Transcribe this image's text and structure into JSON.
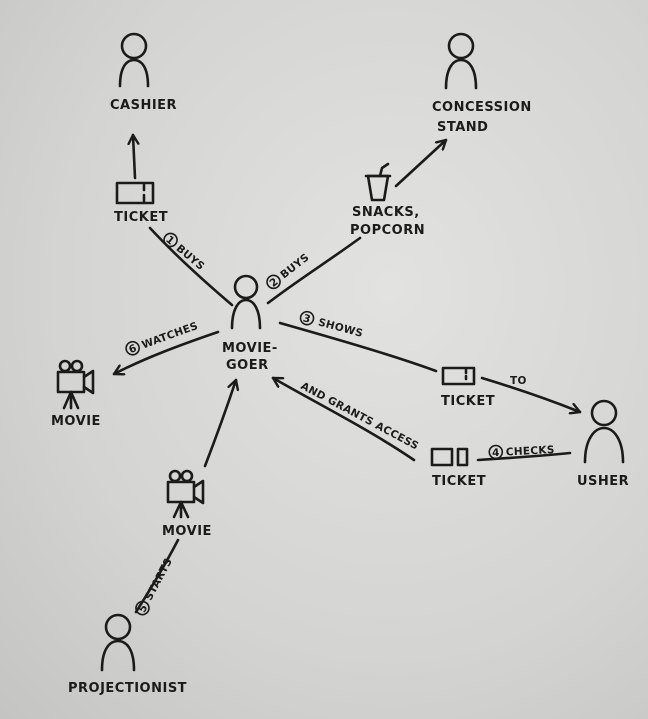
{
  "actors": {
    "cashier": "CASHIER",
    "concession_1": "CONCESSION",
    "concession_2": "STAND",
    "moviegoer_1": "MOVIE-",
    "moviegoer_2": "GOER",
    "usher": "USHER",
    "projectionist": "PROJECTIONIST"
  },
  "objects": {
    "ticket_cashier": "TICKET",
    "snacks_1": "SNACKS,",
    "snacks_2": "POPCORN",
    "movie_left": "MOVIE",
    "ticket_shown": "TICKET",
    "ticket_checked": "TICKET",
    "movie_projector": "MOVIE"
  },
  "edges": {
    "e1_num": "1",
    "e1_label": "BUYS",
    "e2_num": "2",
    "e2_label": "BUYS",
    "e3_num": "3",
    "e3_label": "SHOWS",
    "e3_to": "TO",
    "e4_num": "4",
    "e4_label": "CHECKS",
    "e4_grants": "AND GRANTS ACCESS",
    "e5_num": "5",
    "e5_label": "STARTS",
    "e6_num": "6",
    "e6_label": "WATCHES"
  }
}
